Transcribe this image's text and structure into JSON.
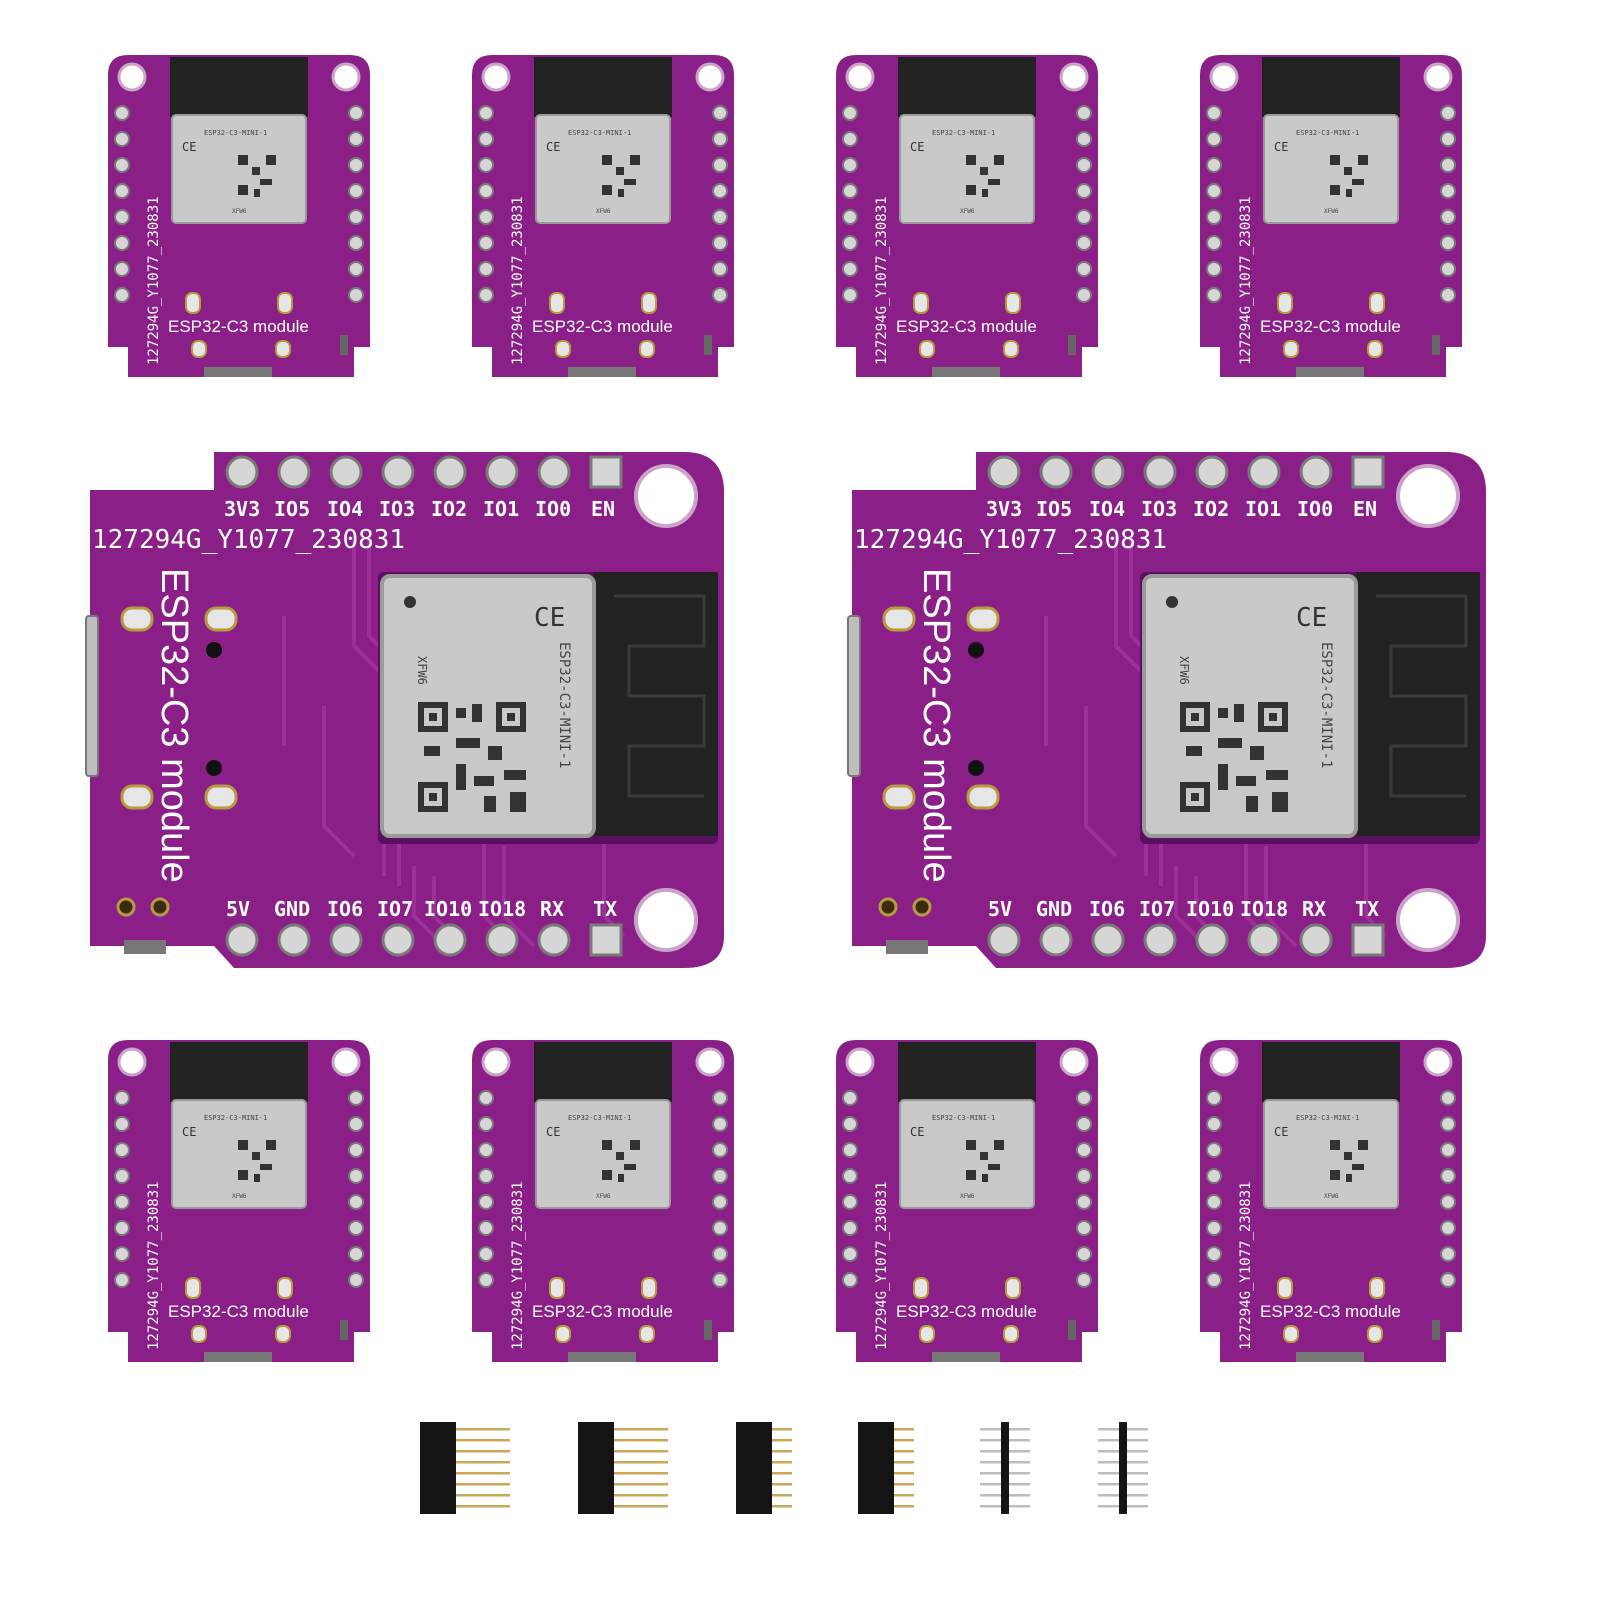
{
  "colors": {
    "pcb": "#8a1f88",
    "pcb_dark": "#6e1570",
    "pcb_trace": "#9c2f98",
    "silk": "#ffffff",
    "shield": "#c9c9c9",
    "shield_edge": "#9a9a9a",
    "antenna": "#222222",
    "gold": "#caa85a",
    "header_black": "#141414",
    "background": "#ffffff"
  },
  "board": {
    "serial": "127294G_Y1077_230831",
    "module_label": "ESP32-C3 module",
    "shield_text": "ESP32-C3-MINI-1",
    "shield_code": "XFW6",
    "top_pins": [
      "3V3",
      "IO5",
      "IO4",
      "IO3",
      "IO2",
      "IO1",
      "IO0",
      "EN"
    ],
    "bottom_pins": [
      "5V",
      "GND",
      "IO6",
      "IO7",
      "IO10",
      "IO18",
      "RX",
      "TX"
    ]
  },
  "small_board_count": 8,
  "large_board_count": 2,
  "header_count": 6
}
